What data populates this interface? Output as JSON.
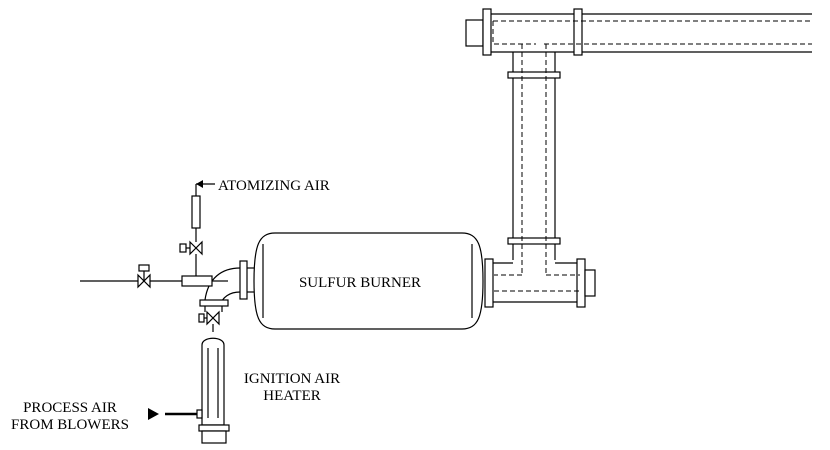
{
  "labels": {
    "atomizing_air": "ATOMIZING AIR",
    "sulfur_burner": "SULFUR BURNER",
    "ignition_air_heater_line1": "IGNITION AIR",
    "ignition_air_heater_line2": "HEATER",
    "process_air_line1": "PROCESS AIR",
    "process_air_line2": "FROM BLOWERS"
  }
}
